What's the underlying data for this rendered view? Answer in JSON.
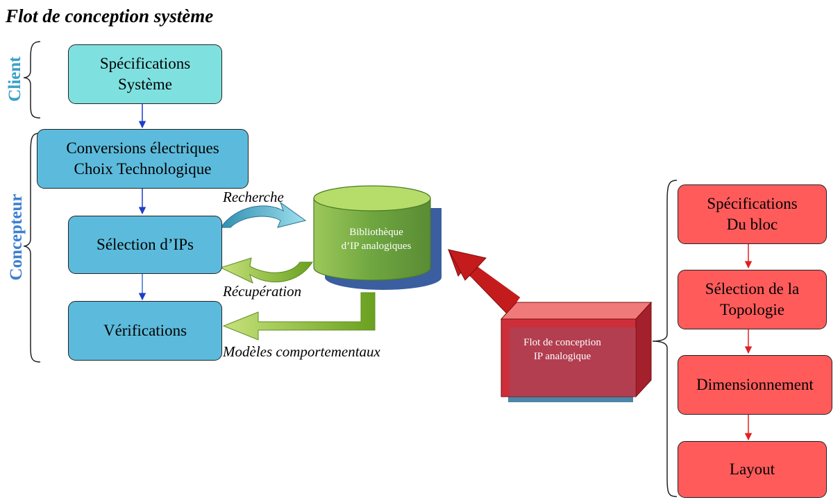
{
  "title": "Flot de conception système",
  "side_labels": {
    "client": "Client",
    "concepteur": "Concepteur"
  },
  "left_flow": {
    "specs": "Spécifications\nSystème",
    "conversions": "Conversions électriques\nChoix Technologique",
    "selection": "Sélection d’IPs",
    "verifications": "Vérifications"
  },
  "edge_labels": {
    "recherche": "Recherche",
    "recuperation": "Récupération",
    "modeles": "Modèles comportementaux"
  },
  "library": "Bibliothèque\nd’IP analogiques",
  "ip_flow_block": "Flot de conception\nIP analogique",
  "right_flow": {
    "specs_bloc": "Spécifications\nDu bloc",
    "topologie": "Sélection de la\nTopologie",
    "dimensionnement": "Dimensionnement",
    "layout": "Layout"
  },
  "colors": {
    "cyan_box": "#7fe0e0",
    "blue_box": "#5cbbdc",
    "red_box": "#ff5b5b",
    "library_green": "#7db24a",
    "cube_red": "#cc2f3a",
    "arrow_blue": "#1e3ec8",
    "arrow_red": "#e02020",
    "side_label_client": "#3aa0c8",
    "side_label_concepteur": "#3d7fd0"
  }
}
